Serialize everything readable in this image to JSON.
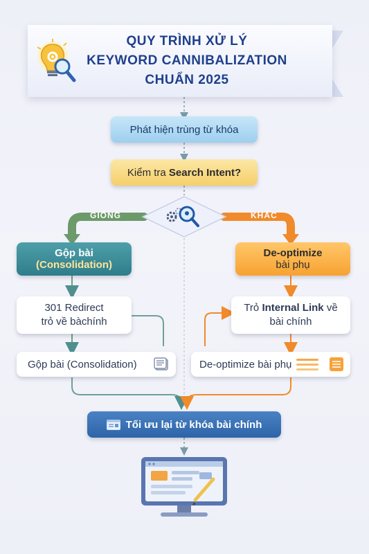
{
  "title": {
    "line1": "QUY TRÌNH XỬ LÝ",
    "line2": "KEYWORD CANNIBALIZATION",
    "line3": "CHUẨN 2025"
  },
  "steps": {
    "detect": "Phát hiện trùng từ khóa",
    "check_prefix": "Kiểm tra",
    "check_bold": "Search Intent?",
    "same_label": "GIỐNG",
    "diff_label": "KHÁC",
    "merge": "Gộp bài",
    "merge_sub": "(Consolidation)",
    "deopt": "De-optimize",
    "deopt_sub": "bài phụ",
    "redirect_line1": "301 Redirect",
    "redirect_line2": "trỏ về bàchính",
    "internal_prefix": "Trỏ",
    "internal_bold": "Internal Link",
    "internal_suffix": "về",
    "internal_line2": "bài chính",
    "merge2_prefix": "Gộp bài",
    "merge2_bold": "(Consolidation)",
    "deopt2": "De-optimize bài phụ",
    "optimize": "Tối ưu lại từ khóa bài chính"
  },
  "icons": {
    "banner": "lightbulb-gear-magnifier-icon",
    "diamond": "gear-magnifier-icon",
    "document": "document-icon",
    "list": "list-lines-icon",
    "browser": "browser-window-icon",
    "monitor": "monitor-edit-icon"
  },
  "colors": {
    "title": "#1f3f8c",
    "teal": "#2f7d8a",
    "orange": "#f7a230",
    "blue": "#9ccfee",
    "yellow": "#f6cf6a",
    "darkblue": "#2d64a8"
  }
}
